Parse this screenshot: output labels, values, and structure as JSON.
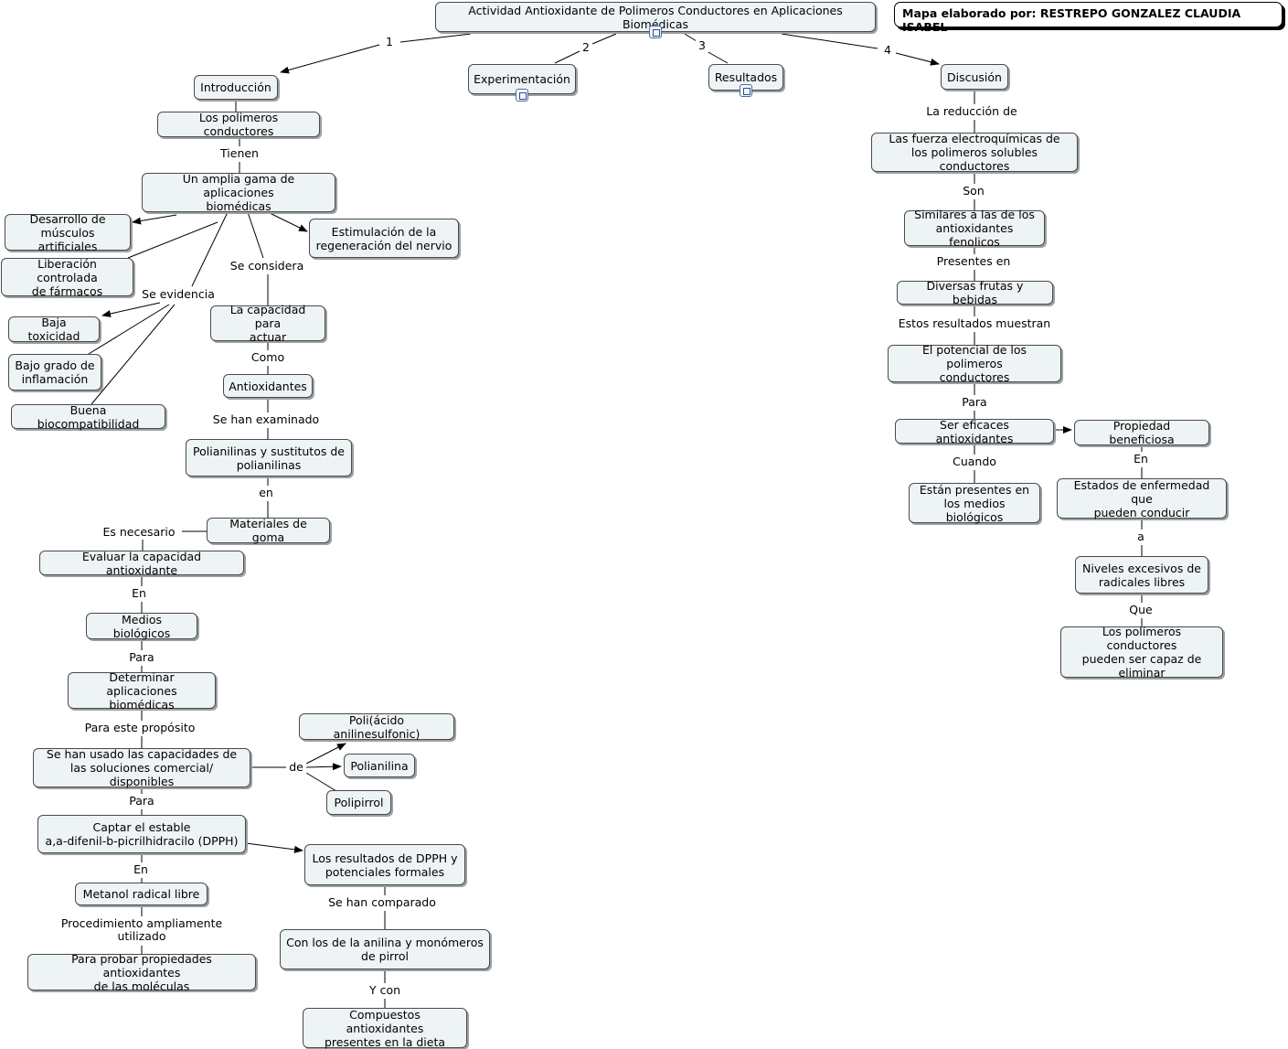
{
  "author": "Mapa elaborado por: RESTREPO GONZALEZ CLAUDIA ISABEL",
  "nodes": [
    {
      "id": "root",
      "text": "Actividad Antioxidante de Polimeros Conductores en Aplicaciones Biomédicas"
    },
    {
      "id": "intro",
      "text": "Introducción"
    },
    {
      "id": "exper",
      "text": "Experimentación"
    },
    {
      "id": "result",
      "text": "Resultados"
    },
    {
      "id": "disc",
      "text": "Discusión"
    },
    {
      "id": "polcond",
      "text": "Los polimeros conductores"
    },
    {
      "id": "gama",
      "text": "Un amplia gama de aplicaciones\nbiomédicas"
    },
    {
      "id": "musculos",
      "text": "Desarrollo de\nmúsculos artificiales"
    },
    {
      "id": "liberacion",
      "text": "Liberación controlada\nde fármacos"
    },
    {
      "id": "toxicidad",
      "text": "Baja toxicidad"
    },
    {
      "id": "inflamacion",
      "text": "Bajo grado de\ninflamación"
    },
    {
      "id": "biocomp",
      "text": "Buena biocompatibilidad"
    },
    {
      "id": "nervio",
      "text": "Estimulación de la\nregeneración del nervio"
    },
    {
      "id": "capacidad",
      "text": "La capacidad para\nactuar"
    },
    {
      "id": "antiox",
      "text": "Antioxidantes"
    },
    {
      "id": "polianil",
      "text": "Polianilinas y sustitutos de\npolianilinas"
    },
    {
      "id": "goma",
      "text": "Materiales de goma"
    },
    {
      "id": "evaluar",
      "text": "Evaluar la capacidad antioxidante"
    },
    {
      "id": "medios",
      "text": "Medios biológicos"
    },
    {
      "id": "determinar",
      "text": "Determinar\naplicaciones biomédicas"
    },
    {
      "id": "usado",
      "text": "Se han usado las capacidades de\nlas soluciones comercial/ disponibles"
    },
    {
      "id": "poliacido",
      "text": "Poli(ácido anilinesulfonic)"
    },
    {
      "id": "polianilina",
      "text": "Polianilina"
    },
    {
      "id": "polipirrol",
      "text": "Polipirrol"
    },
    {
      "id": "captar",
      "text": "Captar el estable\na,a-difenil-b-picrilhidracilo (DPPH)"
    },
    {
      "id": "metanol",
      "text": "Metanol radical libre"
    },
    {
      "id": "probar",
      "text": "Para probar propiedades antioxidantes\nde las moléculas"
    },
    {
      "id": "dpph",
      "text": "Los resultados de DPPH y\npotenciales formales"
    },
    {
      "id": "anilina",
      "text": "Con los de la anilina y monómeros\nde pirrol"
    },
    {
      "id": "dieta",
      "text": "Compuestos antioxidantes\npresentes en la dieta"
    },
    {
      "id": "fuerza",
      "text": "Las fuerza electroquímicas de\nlos polimeros solubles conductores"
    },
    {
      "id": "similares",
      "text": "Similares a las de los\nantioxidantes fenolicos"
    },
    {
      "id": "frutas",
      "text": "Diversas frutas y bebidas"
    },
    {
      "id": "potencial",
      "text": "El potencial de los polimeros\nconductores"
    },
    {
      "id": "eficaces",
      "text": "Ser eficaces antioxidantes"
    },
    {
      "id": "presentes",
      "text": "Están presentes en\nlos medios biológicos"
    },
    {
      "id": "propiedad",
      "text": "Propiedad beneficiosa"
    },
    {
      "id": "estados",
      "text": "Estados de enfermedad que\npueden conducir"
    },
    {
      "id": "niveles",
      "text": "Niveles excesivos de\nradicales libres"
    },
    {
      "id": "eliminar",
      "text": "Los polímeros conductores\npueden ser capaz de\neliminar"
    }
  ],
  "links": [
    {
      "id": "l1",
      "text": "1"
    },
    {
      "id": "l2",
      "text": "2"
    },
    {
      "id": "l3",
      "text": "3"
    },
    {
      "id": "l4",
      "text": "4"
    },
    {
      "id": "tienen",
      "text": "Tienen"
    },
    {
      "id": "seevidencia",
      "text": "Se evidencia"
    },
    {
      "id": "seconsidera",
      "text": "Se considera"
    },
    {
      "id": "como",
      "text": "Como"
    },
    {
      "id": "sehanexam",
      "text": "Se han examinado"
    },
    {
      "id": "en1",
      "text": "en"
    },
    {
      "id": "esnecesario",
      "text": "Es necesario"
    },
    {
      "id": "en2",
      "text": "En"
    },
    {
      "id": "para1",
      "text": "Para"
    },
    {
      "id": "paraeste",
      "text": "Para este propósito"
    },
    {
      "id": "de",
      "text": "de"
    },
    {
      "id": "para2",
      "text": "Para"
    },
    {
      "id": "en3",
      "text": "En"
    },
    {
      "id": "procedimiento",
      "text": "Procedimiento ampliamente\nutilizado"
    },
    {
      "id": "sehancomp",
      "text": "Se han comparado"
    },
    {
      "id": "ycon",
      "text": "Y con"
    },
    {
      "id": "lareduccion",
      "text": "La reducción de"
    },
    {
      "id": "son",
      "text": "Son"
    },
    {
      "id": "presentesen",
      "text": "Presentes en"
    },
    {
      "id": "estosres",
      "text": "Estos resultados muestran"
    },
    {
      "id": "para3",
      "text": "Para"
    },
    {
      "id": "cuando",
      "text": "Cuando"
    },
    {
      "id": "en4",
      "text": "En"
    },
    {
      "id": "a",
      "text": "a"
    },
    {
      "id": "que",
      "text": "Que"
    }
  ]
}
